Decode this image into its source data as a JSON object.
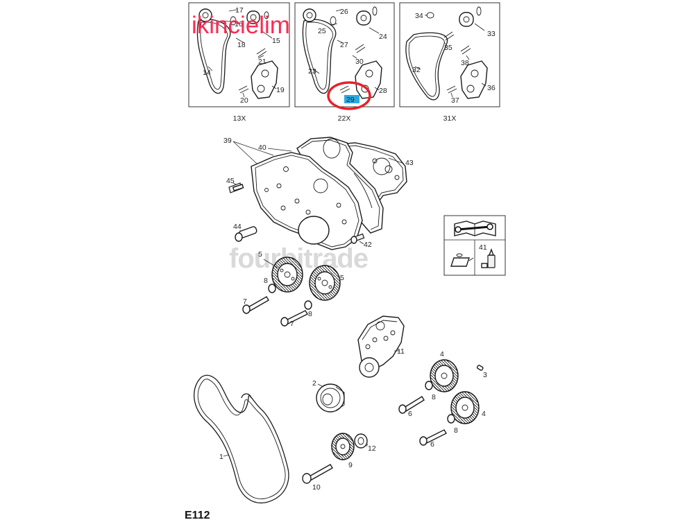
{
  "overlay_text": "ikincielim",
  "watermark_text": "fourbitrade",
  "diagram_code": "E112",
  "highlight": {
    "label": "29",
    "ring_color": "#e8202a",
    "tag_color": "#2ea8e0"
  },
  "panels": [
    {
      "caption": "13X",
      "labels": [
        "17",
        "16",
        "18",
        "15",
        "14",
        "21",
        "19",
        "20"
      ]
    },
    {
      "caption": "22X",
      "labels": [
        "26",
        "25",
        "27",
        "24",
        "30",
        "23",
        "28"
      ]
    },
    {
      "caption": "31X",
      "labels": [
        "34",
        "33",
        "35",
        "38",
        "32",
        "36",
        "37"
      ]
    }
  ],
  "labels": {
    "l39": "39",
    "l40": "40",
    "l43": "43",
    "l45": "45",
    "l44": "44",
    "l42": "42",
    "l41": "41",
    "l5a": "5",
    "l5b": "5",
    "l8a": "8",
    "l8b": "8",
    "l7a": "7",
    "l7b": "7",
    "l11": "11",
    "l2": "2",
    "l4a": "4",
    "l4b": "4",
    "l3": "3",
    "l8c": "8",
    "l8d": "8",
    "l6a": "6",
    "l6b": "6",
    "l12": "12",
    "l9": "9",
    "l10": "10",
    "l1": "1"
  }
}
